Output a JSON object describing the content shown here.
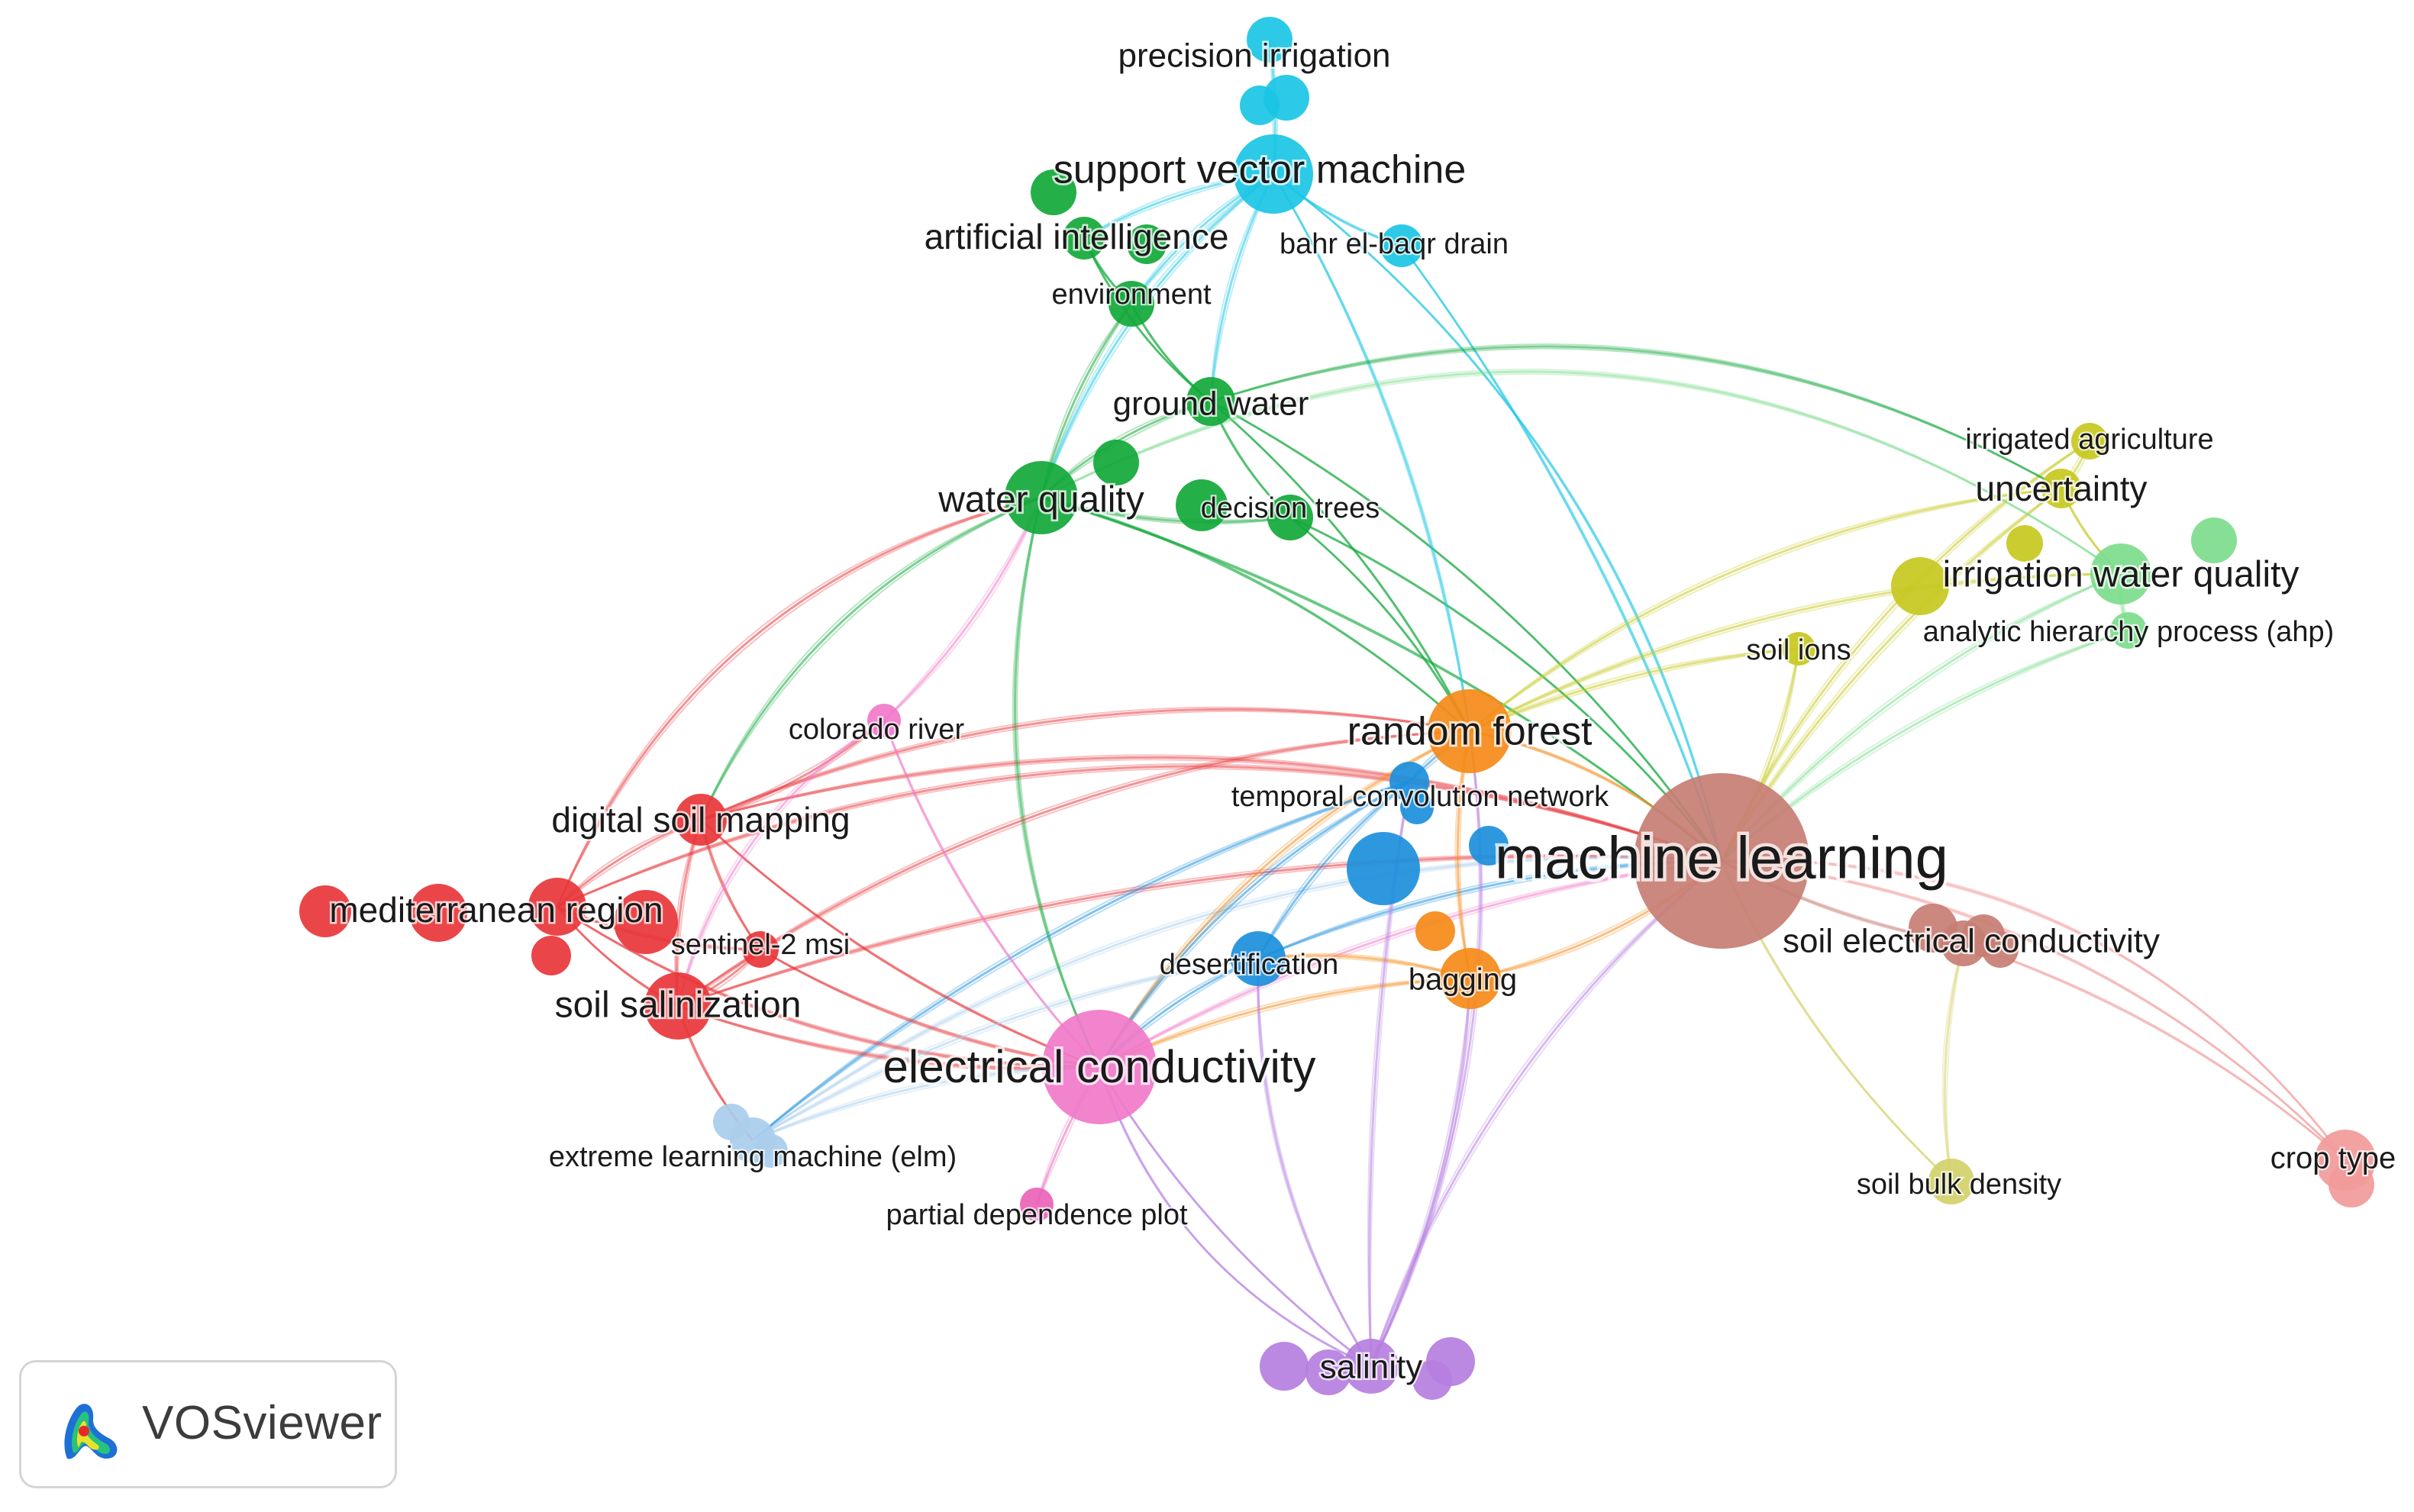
{
  "app": {
    "name": "VOSviewer"
  },
  "clusters": {
    "red": "#e8363a",
    "green": "#12a83a",
    "cyan": "#1ac6e4",
    "yellow": "#c7c81e",
    "lightgreen": "#7cdc8c",
    "orange": "#f58a18",
    "blue": "#1c8fdc",
    "pink": "#f07ac9",
    "magenta": "#ea63b9",
    "purple": "#b57ee0",
    "lightblue": "#a9cdec",
    "brown": "#c77e74",
    "salmon": "#f29a9a",
    "olive": "#d3d16a"
  },
  "nodes": [
    {
      "id": "machine-learning",
      "label": "machine learning",
      "cluster": "brown"
    },
    {
      "id": "electrical-conductivity",
      "label": "electrical conductivity",
      "cluster": "pink"
    },
    {
      "id": "random-forest",
      "label": "random forest",
      "cluster": "orange"
    },
    {
      "id": "support-vector-machine",
      "label": "support vector machine",
      "cluster": "cyan"
    },
    {
      "id": "precision-irrigation",
      "label": "precision irrigation",
      "cluster": "cyan"
    },
    {
      "id": "bahr-el-baqr-drain",
      "label": "bahr el-baqr drain",
      "cluster": "cyan"
    },
    {
      "id": "artificial-intelligence",
      "label": "artificial intelligence",
      "cluster": "green"
    },
    {
      "id": "environment",
      "label": "environment",
      "cluster": "green"
    },
    {
      "id": "ground-water",
      "label": "ground water",
      "cluster": "green"
    },
    {
      "id": "water-quality",
      "label": "water quality",
      "cluster": "green"
    },
    {
      "id": "decision-trees",
      "label": "decision trees",
      "cluster": "green"
    },
    {
      "id": "irrigated-agriculture",
      "label": "irrigated agriculture",
      "cluster": "yellow"
    },
    {
      "id": "uncertainty",
      "label": "uncertainty",
      "cluster": "yellow"
    },
    {
      "id": "irrigation-water-quality",
      "label": "irrigation water quality",
      "cluster": "lightgreen"
    },
    {
      "id": "analytic-hierarchy-process",
      "label": "analytic hierarchy process (ahp)",
      "cluster": "lightgreen"
    },
    {
      "id": "soil-ions",
      "label": "soil ions",
      "cluster": "yellow"
    },
    {
      "id": "colorado-river",
      "label": "colorado river",
      "cluster": "pink"
    },
    {
      "id": "digital-soil-mapping",
      "label": "digital soil mapping",
      "cluster": "red"
    },
    {
      "id": "mediterranean-region",
      "label": "mediterranean region",
      "cluster": "red"
    },
    {
      "id": "sentinel-2-msi",
      "label": "sentinel-2 msi",
      "cluster": "red"
    },
    {
      "id": "soil-salinization",
      "label": "soil salinization",
      "cluster": "red"
    },
    {
      "id": "temporal-convolution-network",
      "label": "temporal convolution network",
      "cluster": "blue"
    },
    {
      "id": "desertification",
      "label": "desertification",
      "cluster": "blue"
    },
    {
      "id": "bagging",
      "label": "bagging",
      "cluster": "orange"
    },
    {
      "id": "soil-electrical-conductivity",
      "label": "soil electrical conductivity",
      "cluster": "brown"
    },
    {
      "id": "extreme-learning-machine",
      "label": "extreme learning machine (elm)",
      "cluster": "lightblue"
    },
    {
      "id": "partial-dependence-plot",
      "label": "partial dependence plot",
      "cluster": "magenta"
    },
    {
      "id": "soil-bulk-density",
      "label": "soil bulk density",
      "cluster": "olive"
    },
    {
      "id": "crop-type",
      "label": "crop type",
      "cluster": "salmon"
    },
    {
      "id": "salinity",
      "label": "salinity",
      "cluster": "purple"
    }
  ]
}
